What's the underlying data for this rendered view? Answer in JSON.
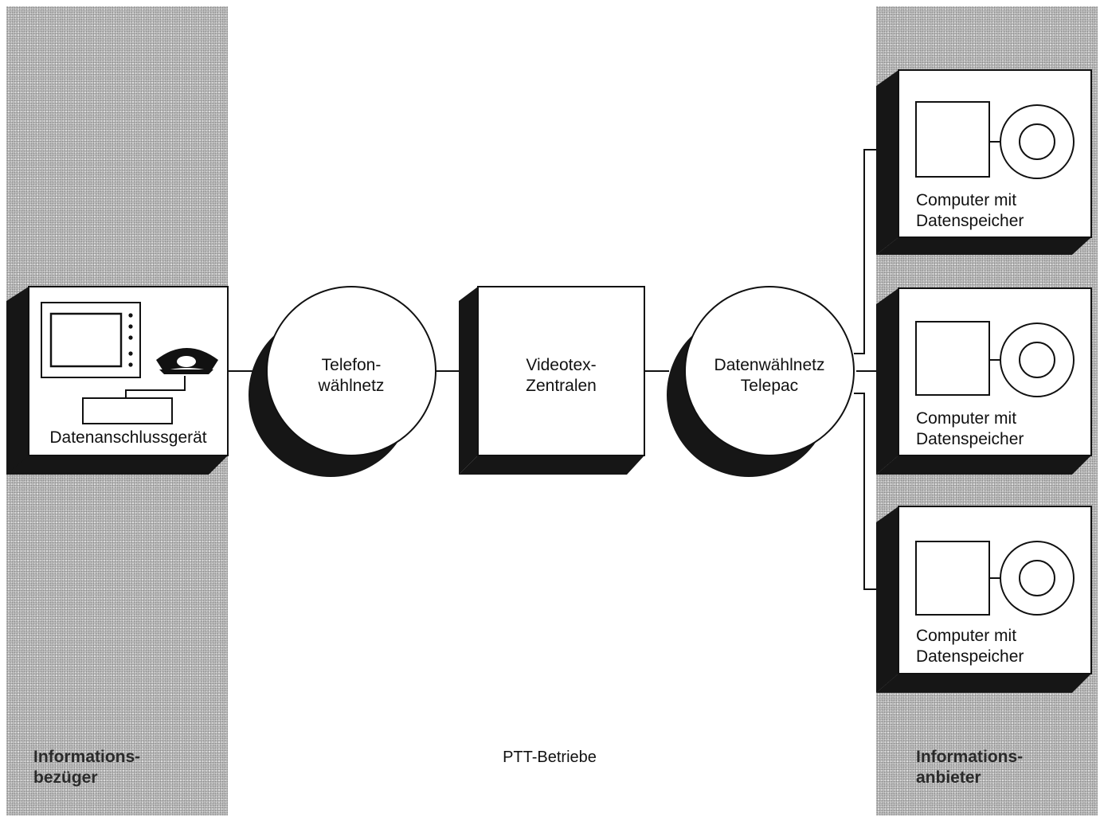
{
  "left_band": {
    "title_line1": "Informations-",
    "title_line2": "bezüger"
  },
  "right_band": {
    "title_line1": "Informations-",
    "title_line2": "anbieter"
  },
  "middle_label": "PTT-Betriebe",
  "terminal": {
    "label": "Datenanschlussgerät"
  },
  "network1": {
    "line1": "Telefon-",
    "line2": "wählnetz"
  },
  "center": {
    "line1": "Videotex-",
    "line2": "Zentralen"
  },
  "network2": {
    "line1": "Datenwählnetz",
    "line2": "Telepac"
  },
  "providers": [
    {
      "line1": "Computer mit",
      "line2": "Datenspeicher"
    },
    {
      "line1": "Computer mit",
      "line2": "Datenspeicher"
    },
    {
      "line1": "Computer mit",
      "line2": "Datenspeicher"
    }
  ]
}
